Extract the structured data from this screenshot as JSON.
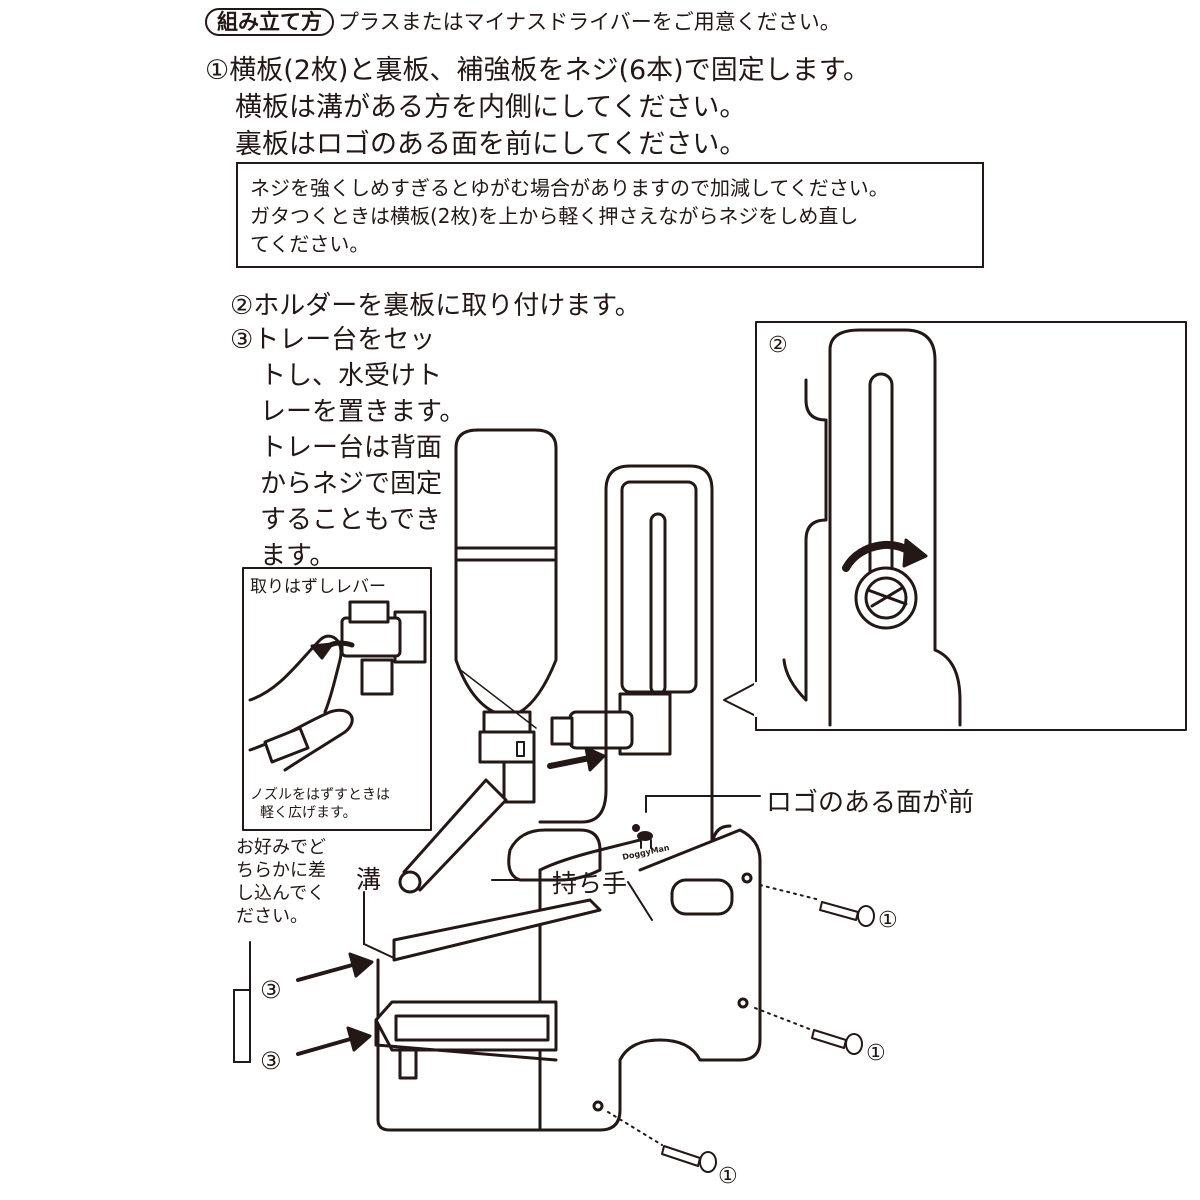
{
  "header": {
    "badge": "組み立て方",
    "text": "プラスまたはマイナスドライバーをご用意ください。"
  },
  "step1": {
    "lines": [
      "①横板(2枚)と裏板、補強板をネジ(6本)で固定します。",
      "横板は溝がある方を内側にしてください。",
      "裏板はロゴのある面を前にしてください。"
    ]
  },
  "note": {
    "lines": [
      "ネジを強くしめすぎるとゆがむ場合がありますので加減してください。",
      "ガタつくときは横板(2枚)を上から軽く押さえながらネジをしめ直し",
      "てください。"
    ]
  },
  "step2": {
    "text": "②ホルダーを裏板に取り付けます。"
  },
  "step3": {
    "lines": [
      "③トレー台をセッ",
      "トし、水受けト",
      "レーを置きます。",
      "トレー台は背面",
      "からネジで固定",
      "することもでき",
      "ます。"
    ]
  },
  "inset_left": {
    "title": "取りはずしレバー",
    "caption_lines": [
      "ノズルをはずすときは",
      "軽く広げます。"
    ]
  },
  "inset_right": {
    "label": "②"
  },
  "labels": {
    "logo_front": "ロゴのある面が前",
    "groove": "溝",
    "handle": "持ち手",
    "brand": "DoggyMan",
    "preference_lines": [
      "お好みでど",
      "ちらかに差",
      "し込んでく",
      "ださい。"
    ],
    "slot_mark_a": "③",
    "slot_mark_b": "③",
    "screw_a": "①",
    "screw_b": "①",
    "screw_c": "①"
  }
}
